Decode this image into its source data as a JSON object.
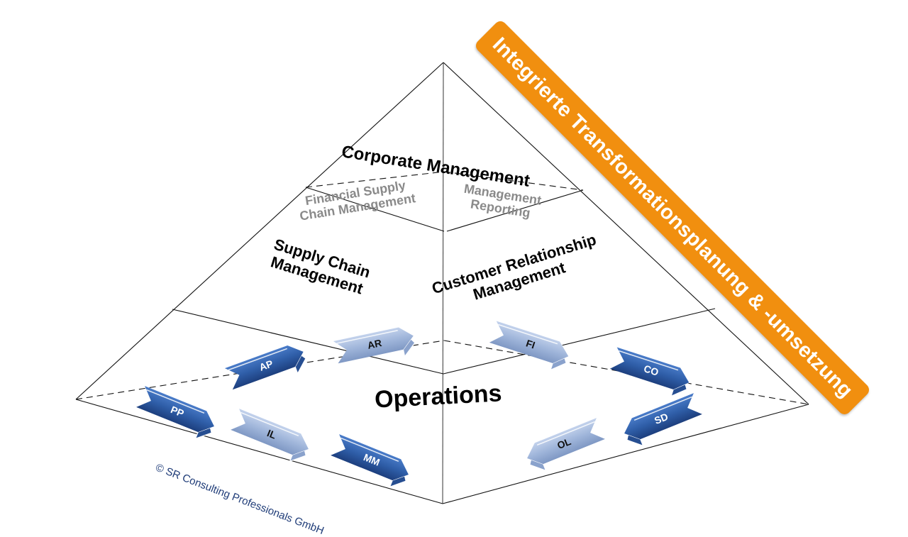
{
  "diagram": {
    "type": "pyramid",
    "layers": [
      {
        "id": "top",
        "label": "Corporate Management",
        "sublabels": [
          "Financial Supply Chain Management",
          "Management Reporting"
        ]
      },
      {
        "id": "middle",
        "left_label": "Supply Chain Management",
        "right_label": "Customer Relationship Management"
      },
      {
        "id": "base",
        "label": "Operations"
      }
    ],
    "labels": {
      "corporate": "Corporate Management",
      "fscm_line1": "Financial Supply",
      "fscm_line2": "Chain Management",
      "mr_line1": "Management",
      "mr_line2": "Reporting",
      "scm_line1": "Supply Chain",
      "scm_line2": "Management",
      "crm_line1": "Customer Relationship",
      "crm_line2": "Management",
      "operations": "Operations"
    },
    "modules": [
      {
        "code": "PP",
        "shade": "dark"
      },
      {
        "code": "AP",
        "shade": "dark"
      },
      {
        "code": "AR",
        "shade": "light"
      },
      {
        "code": "IL",
        "shade": "light"
      },
      {
        "code": "MM",
        "shade": "dark"
      },
      {
        "code": "FI",
        "shade": "light"
      },
      {
        "code": "CO",
        "shade": "dark"
      },
      {
        "code": "SD",
        "shade": "dark"
      },
      {
        "code": "OL",
        "shade": "light"
      }
    ],
    "banner": "Integrierte Transformationsplanung & -umsetzung",
    "copyright": "© SR Consulting Professionals GmbH",
    "colors": {
      "banner": "#f18f0f",
      "module_dark": "#2f5ea8",
      "module_light": "#9fb5da",
      "line": "#000000",
      "sublabel": "#8a8a8a",
      "copyright": "#1f3c78"
    }
  }
}
